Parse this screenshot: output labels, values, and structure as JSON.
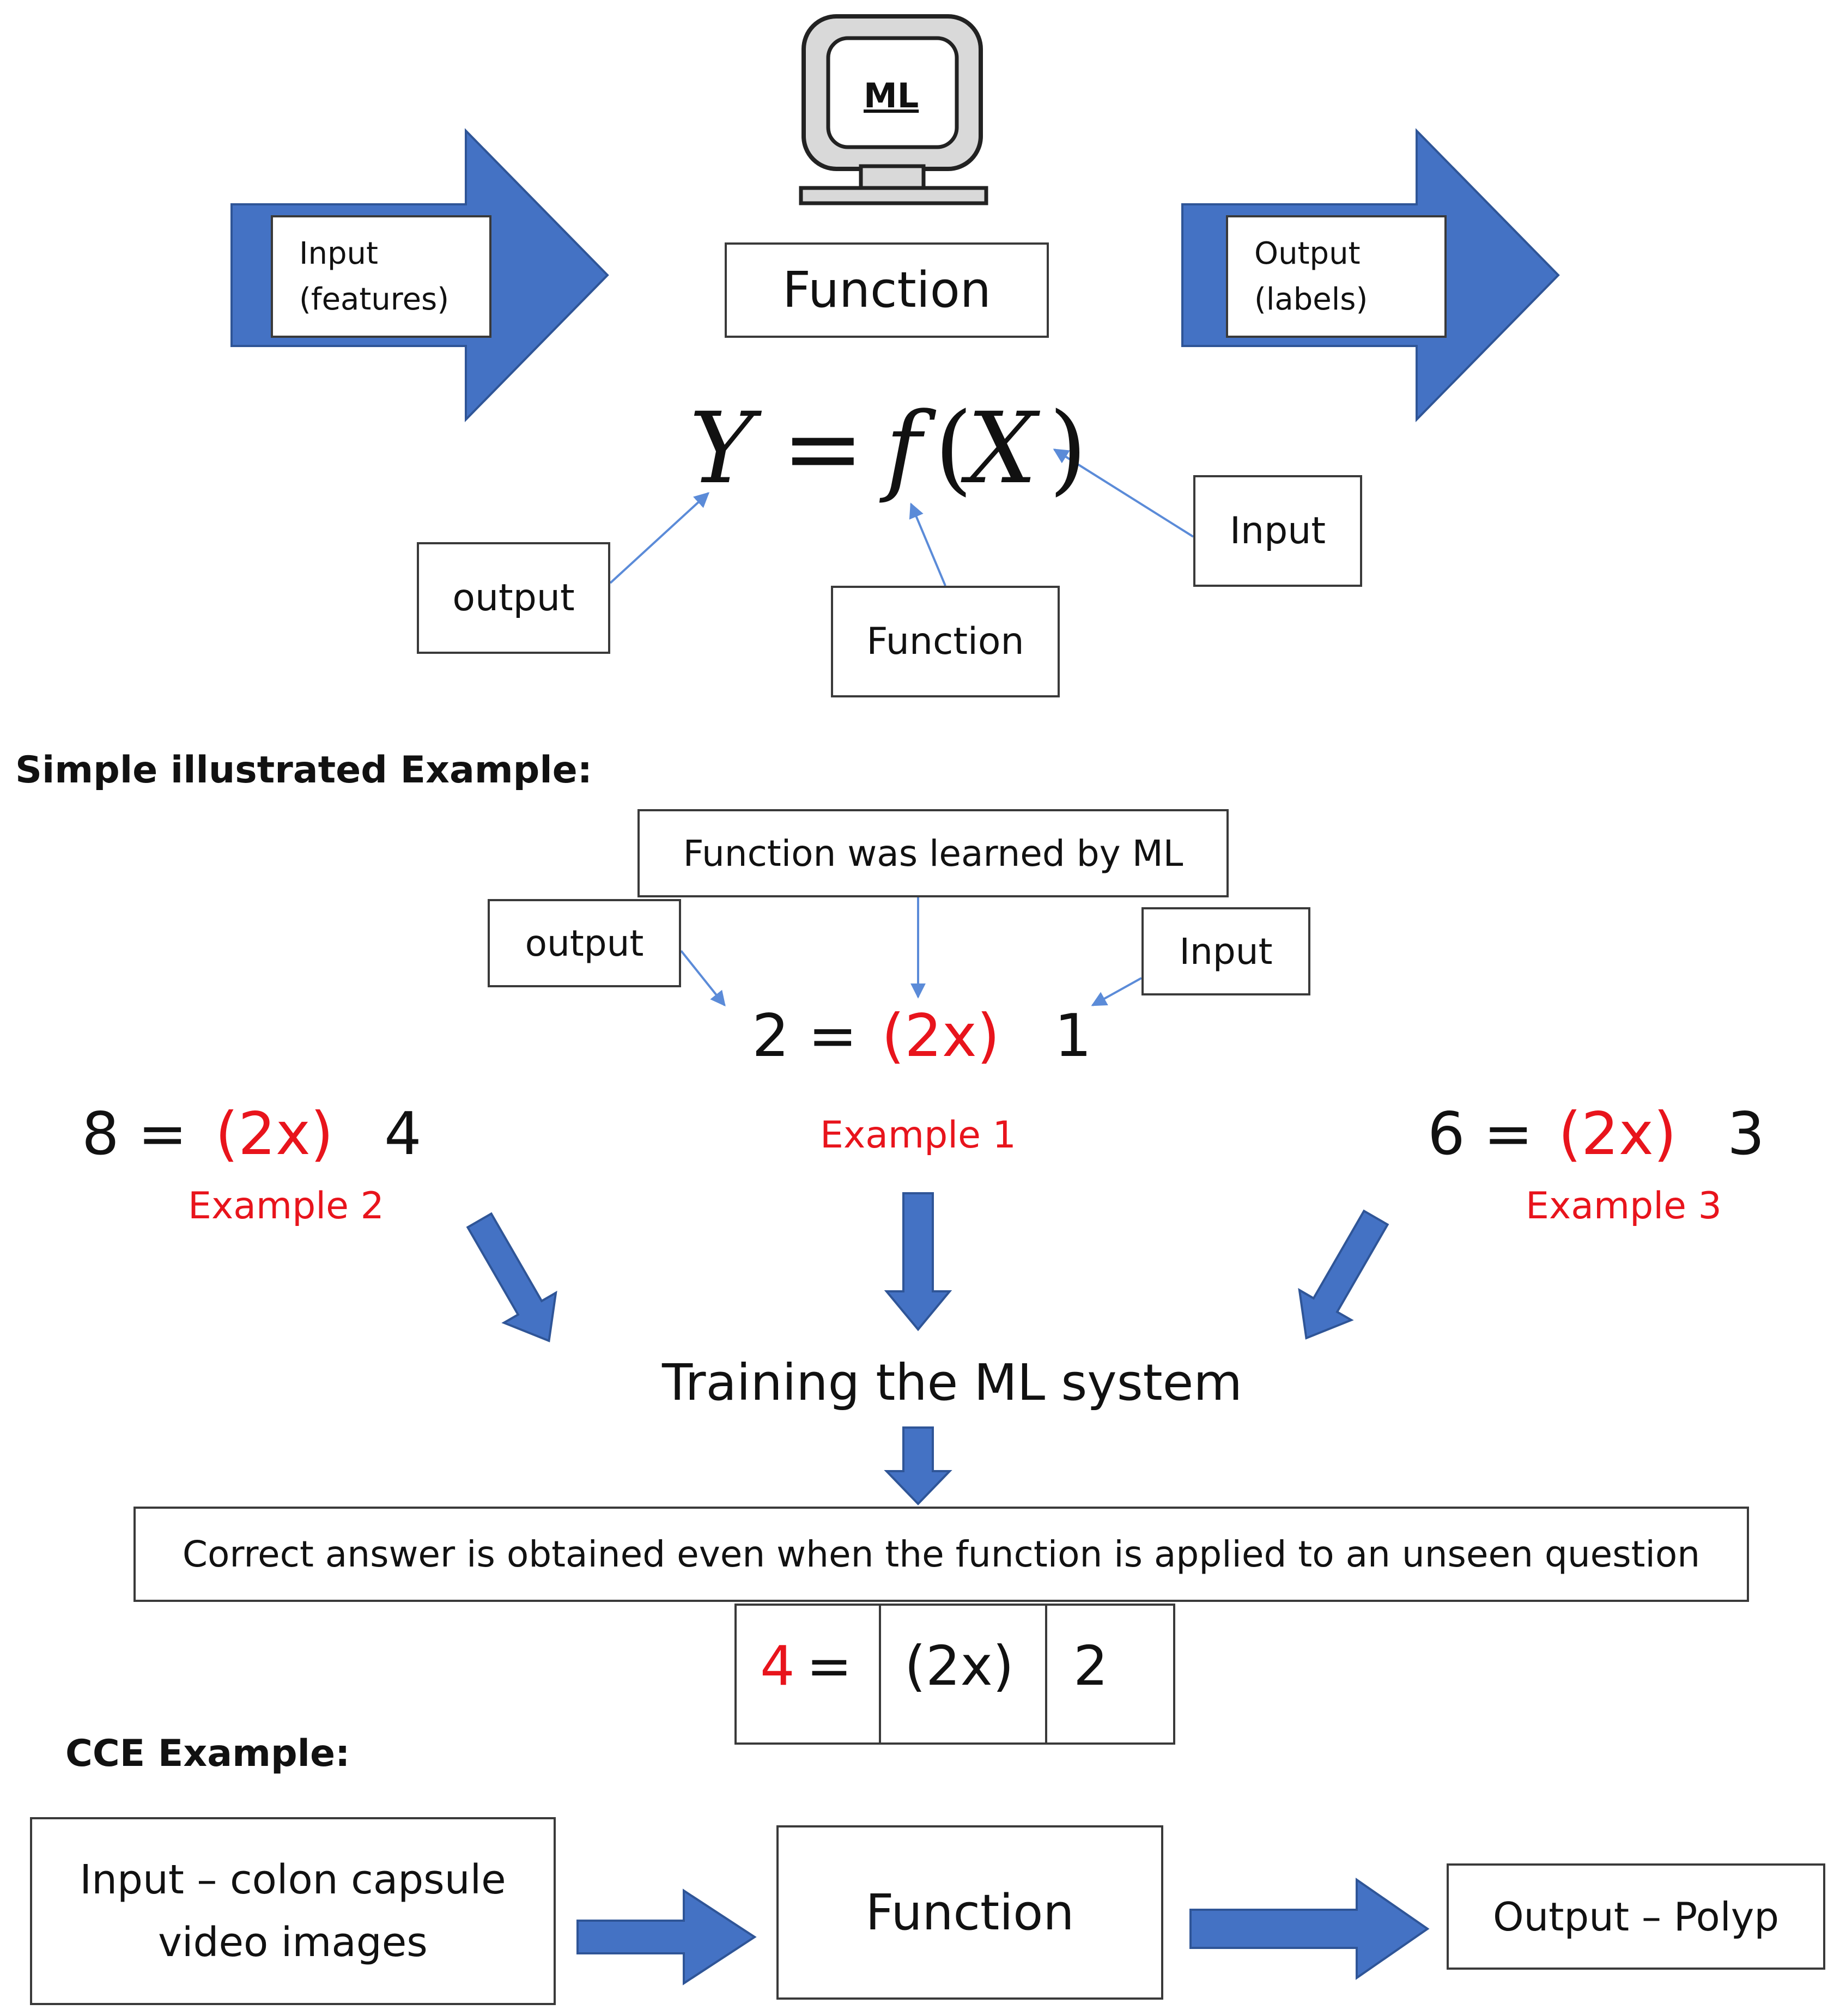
{
  "colors": {
    "arrow_fill": "#4472c4",
    "arrow_stroke": "#2f5597",
    "thin_arrow": "#5b8bd8",
    "accent_red": "#e8141c",
    "border": "#3a3a3a"
  },
  "top": {
    "monitor_label": "ML",
    "input_arrow_label": [
      "Input",
      "(features)"
    ],
    "function_box": "Function",
    "output_arrow_label": [
      "Output",
      "(labels)"
    ],
    "equation": {
      "y": "Y",
      "equals": "=",
      "f": "f",
      "open": "(",
      "x": "X",
      "close": ")"
    },
    "callout_output": "output",
    "callout_function": "Function",
    "callout_input": "Input"
  },
  "simple": {
    "heading": "Simple illustrated Example:",
    "learned_box": "Function was learned by ML",
    "callout_output": "output",
    "callout_input": "Input",
    "example1": {
      "lhs": "2 =",
      "fn": "(2x)",
      "rhs": "1",
      "label": "Example 1"
    },
    "example2": {
      "lhs": "8 =",
      "fn": "(2x)",
      "rhs": "4",
      "label": "Example 2"
    },
    "example3": {
      "lhs": "6 =",
      "fn": "(2x)",
      "rhs": "3",
      "label": "Example 3"
    },
    "training_label": "Training the ML system",
    "result_box": "Correct answer is obtained even when the function is applied to an unseen question",
    "result_cells": {
      "answer": "4",
      "equals": "=",
      "fn": "(2x)",
      "input": "2"
    }
  },
  "cce": {
    "heading": "CCE Example:",
    "input_box": [
      "Input – colon capsule",
      "video images"
    ],
    "function_box": "Function",
    "output_box": "Output – Polyp"
  }
}
